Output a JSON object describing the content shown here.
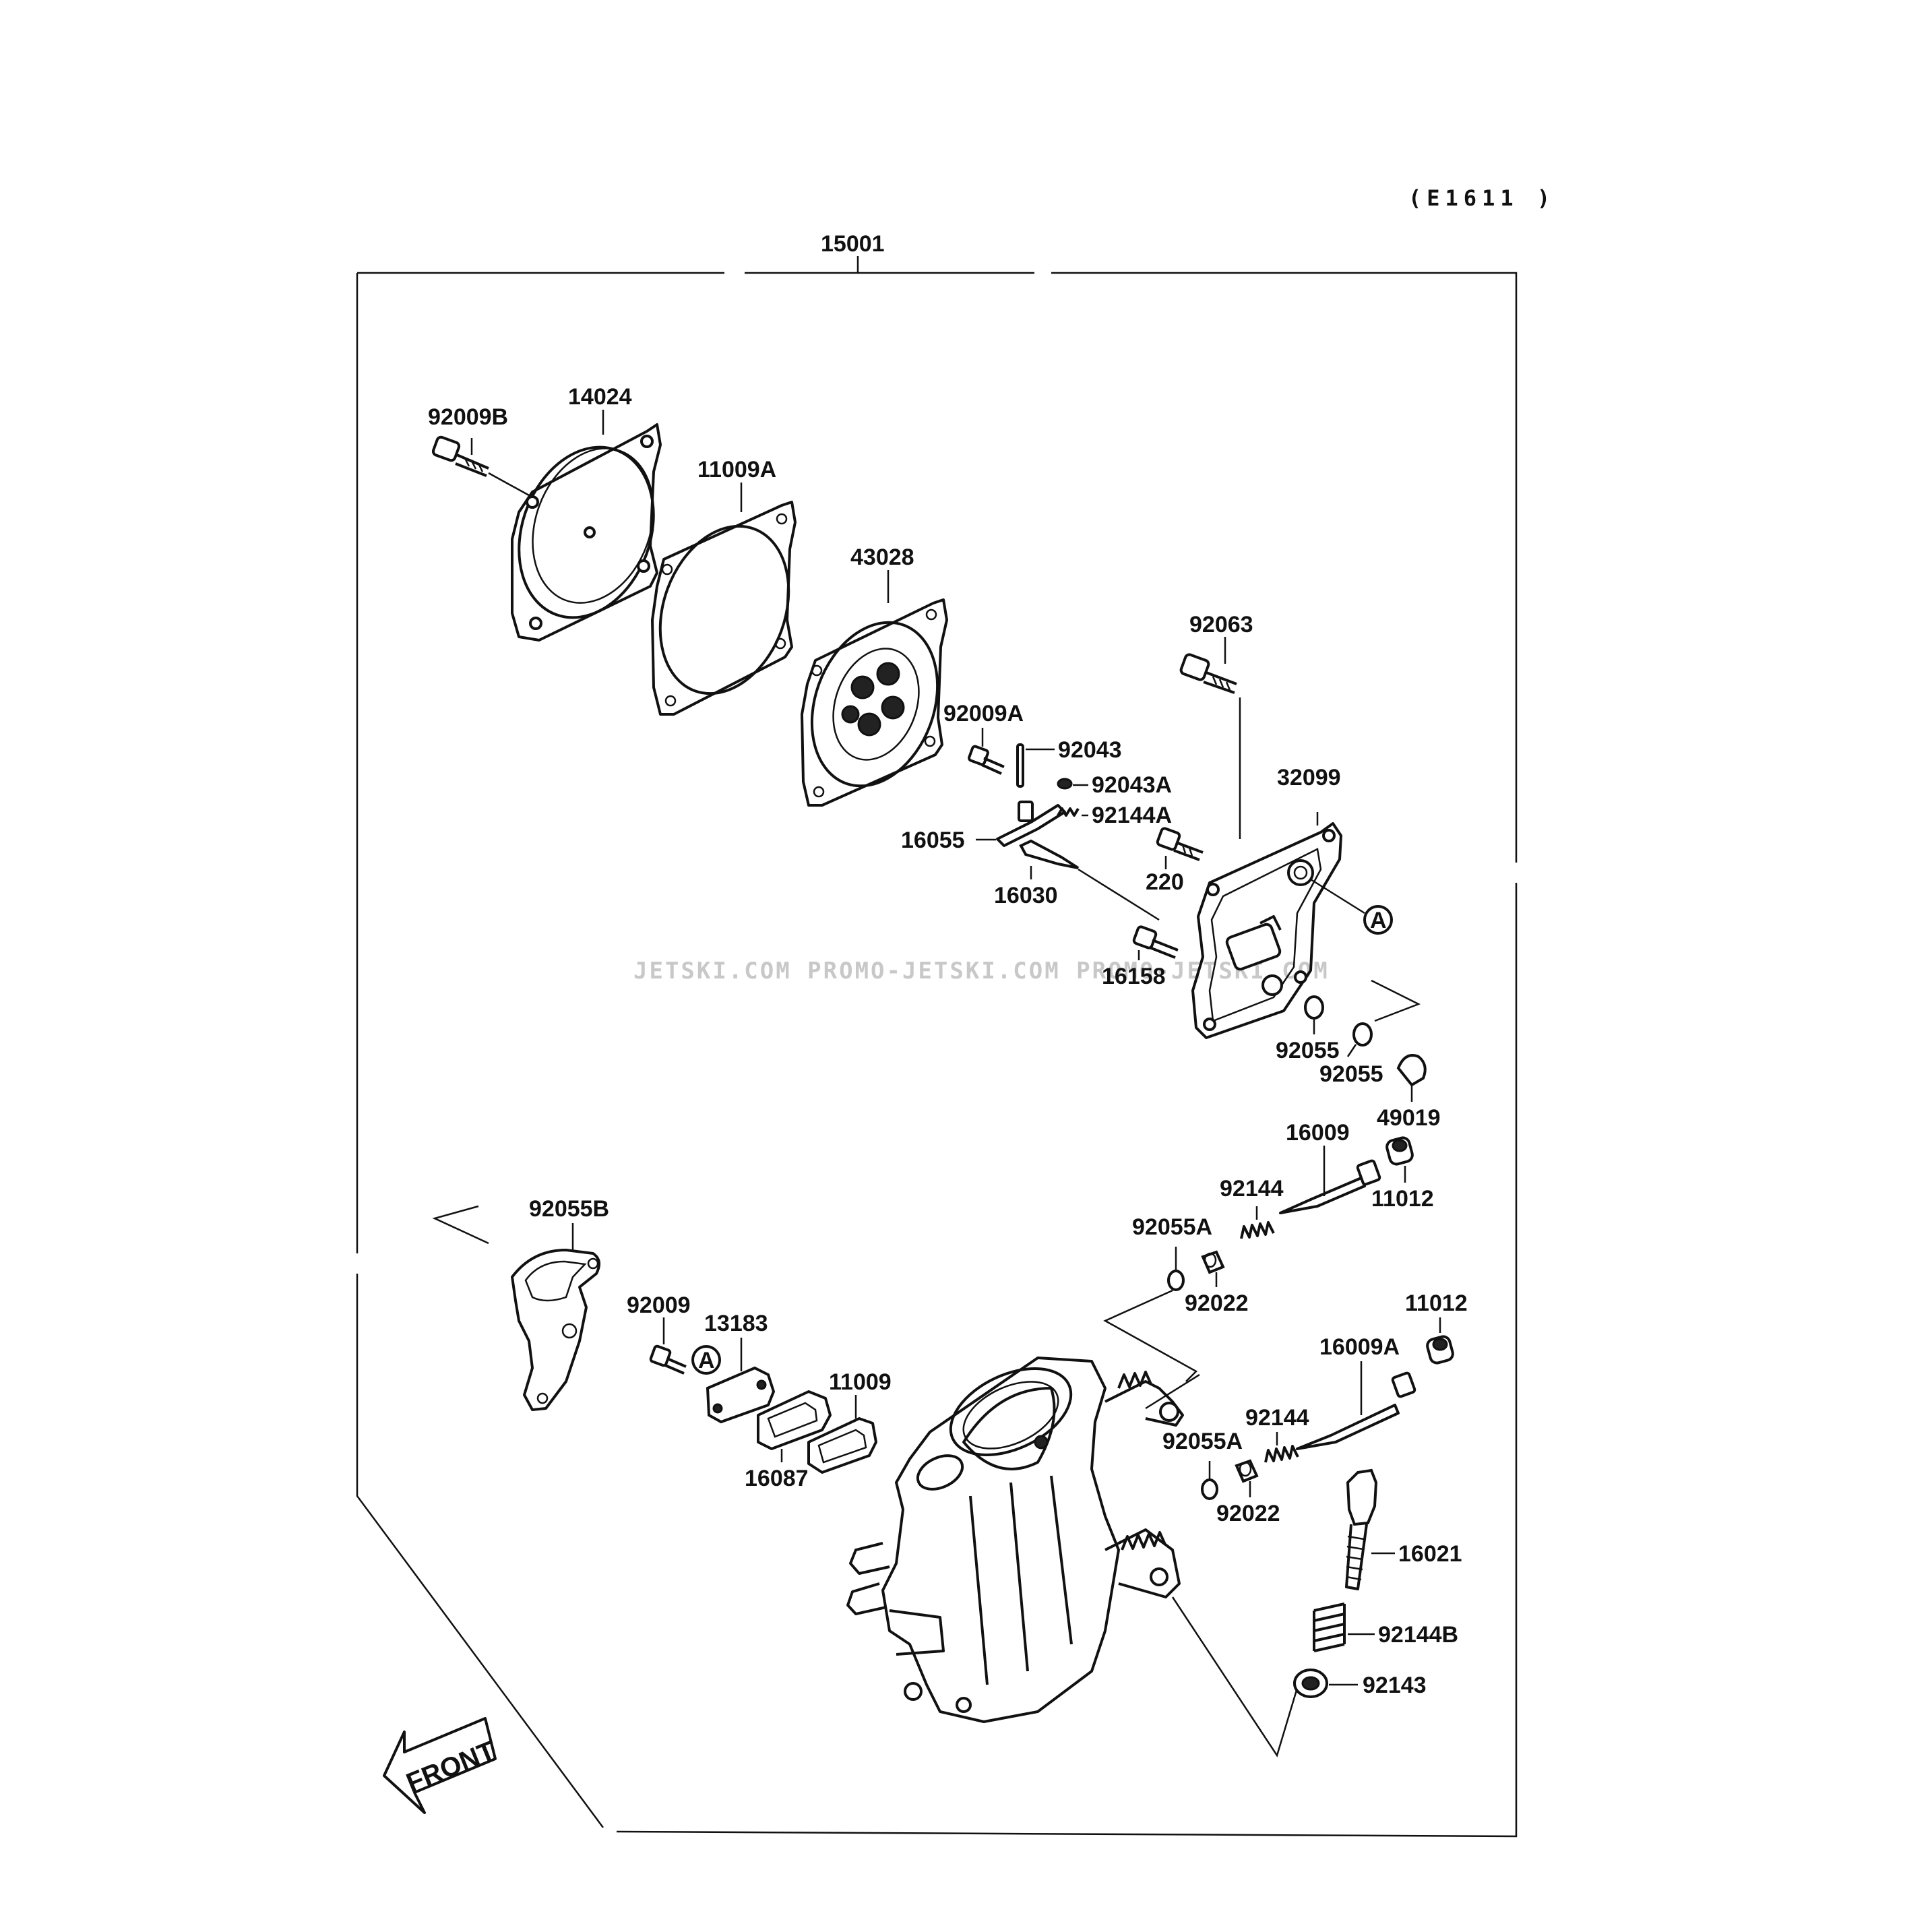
{
  "diagram": {
    "code": "(E1611 )",
    "assembly_number": "15001",
    "front_label": "FRONT",
    "reference_marker": "A",
    "watermark": "JETSKI.COM  PROMO-JETSKI.COM  PROMO-JETSKI.COM",
    "labels": {
      "p92009B": "92009B",
      "p14024": "14024",
      "p11009A": "11009A",
      "p43028": "43028",
      "p92063": "92063",
      "p92009A": "92009A",
      "p92043": "92043",
      "p92043A": "92043A",
      "p92144A": "92144A",
      "p16055": "16055",
      "p16030": "16030",
      "p220": "220",
      "p32099": "32099",
      "p16158": "16158",
      "p92055_1": "92055",
      "p92055_2": "92055",
      "p49019": "49019",
      "p16009": "16009",
      "p92144_1": "92144",
      "p11012_1": "11012",
      "p92055A_1": "92055A",
      "p92022_1": "92022",
      "p92055B": "92055B",
      "p92009": "92009",
      "p13183": "13183",
      "p11009": "11009",
      "p16087": "16087",
      "p11012_2": "11012",
      "p16009A": "16009A",
      "p92144_2": "92144",
      "p92055A_2": "92055A",
      "p92022_2": "92022",
      "p16021": "16021",
      "p92144B": "92144B",
      "p92143": "92143"
    }
  }
}
